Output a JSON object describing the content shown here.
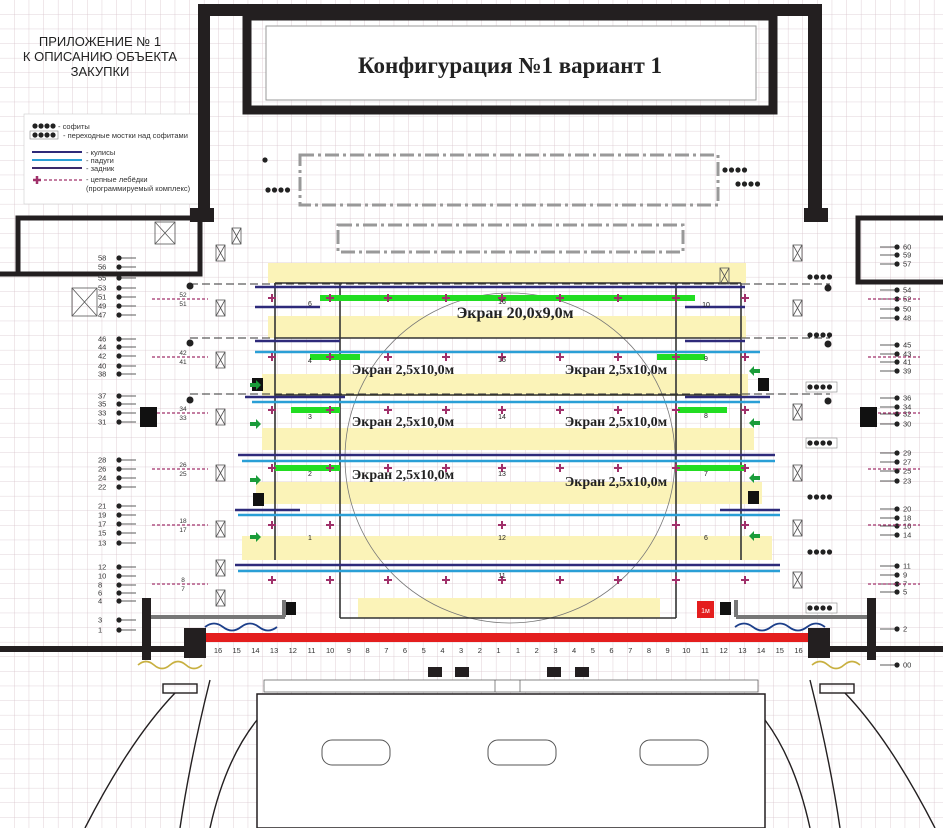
{
  "appendix": {
    "line1": "ПРИЛОЖЕНИЕ № 1",
    "line2": "К ОПИСАНИЮ ОБЪЕКТА",
    "line3": "ЗАКУПКИ"
  },
  "title": "Конфигурация №1 вариант 1",
  "legend": {
    "sofits": "- софиты",
    "bridges": "- переходные мостки над софитами",
    "kulisy": "- кулисы",
    "padugi": "- падуги",
    "zadnik": "- задник",
    "winches_1": "- цепные лебёдки",
    "winches_2": "(программируемый комплекс)"
  },
  "colors": {
    "kulisy": "#2e2a7a",
    "padugi": "#2a9fd6",
    "winch": "#a0306a",
    "screen": "#22dd22",
    "stage_fill": "#fbf3b8",
    "curtain": "#e41e1e"
  },
  "screens": {
    "main": "Экран 20,0x9,0м",
    "side": [
      "Экран 2,5x10,0м",
      "Экран 2,5x10,0м",
      "Экран 2,5x10,0м",
      "Экран 2,5x10,0м",
      "Экран 2,5x10,0м",
      "Экран 2,5x10,0м"
    ]
  },
  "stage_rows": {
    "center": [
      "16",
      "15",
      "14",
      "13",
      "12",
      "11"
    ],
    "left": [
      "6",
      "4",
      "3",
      "2",
      "1"
    ],
    "right": [
      "10",
      "9",
      "8",
      "7",
      "6"
    ]
  },
  "left_numbers": [
    "58",
    "56",
    "55",
    "53",
    "51",
    "49",
    "47",
    "46",
    "44",
    "42",
    "40",
    "38",
    "37",
    "35",
    "33",
    "31",
    "28",
    "26",
    "24",
    "22",
    "21",
    "19",
    "17",
    "15",
    "13",
    "12",
    "10",
    "8",
    "6",
    "4",
    "3",
    "1"
  ],
  "right_numbers": [
    "60",
    "59",
    "57",
    "54",
    "52",
    "50",
    "48",
    "45",
    "43",
    "41",
    "39",
    "36",
    "34",
    "32",
    "30",
    "29",
    "27",
    "25",
    "23",
    "20",
    "18",
    "16",
    "14",
    "11",
    "9",
    "7",
    "5",
    "2",
    "00"
  ],
  "left_winch_pairs": [
    [
      "52",
      "51"
    ],
    [
      "42",
      "41"
    ],
    [
      "34",
      "33"
    ],
    [
      "26",
      "25"
    ],
    [
      "18",
      "17"
    ],
    [
      "8",
      "7"
    ]
  ],
  "proscenium_numbers": [
    "16",
    "15",
    "14",
    "13",
    "12",
    "11",
    "10",
    "9",
    "8",
    "7",
    "6",
    "5",
    "4",
    "3",
    "2",
    "1",
    "1",
    "2",
    "3",
    "4",
    "5",
    "6",
    "7",
    "8",
    "9",
    "10",
    "11",
    "12",
    "13",
    "14",
    "15",
    "16"
  ],
  "marker_1m": "1м"
}
